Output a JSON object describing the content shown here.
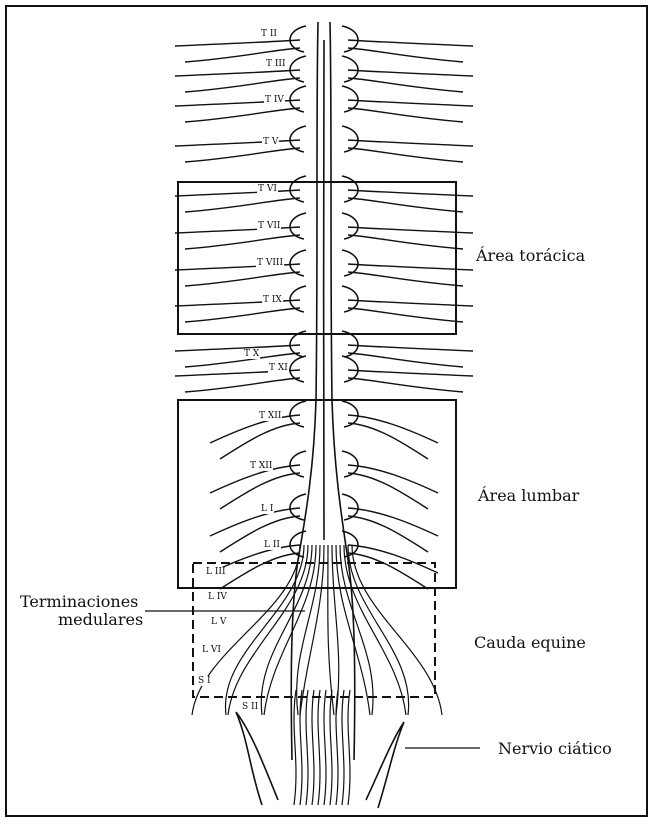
{
  "vertebrae": [
    {
      "key": "t2",
      "label": "T II"
    },
    {
      "key": "t3",
      "label": "T III"
    },
    {
      "key": "t4",
      "label": "T IV"
    },
    {
      "key": "t5",
      "label": "T V"
    },
    {
      "key": "t6",
      "label": "T VI"
    },
    {
      "key": "t7",
      "label": "T VII"
    },
    {
      "key": "t8",
      "label": "T VIII"
    },
    {
      "key": "t9",
      "label": "T IX"
    },
    {
      "key": "t10",
      "label": "T X"
    },
    {
      "key": "t11",
      "label": "T XI"
    },
    {
      "key": "t12a",
      "label": "T XII"
    },
    {
      "key": "t12b",
      "label": "T XII"
    },
    {
      "key": "l1",
      "label": "L I"
    },
    {
      "key": "l2",
      "label": "L II"
    },
    {
      "key": "l3",
      "label": "L III"
    },
    {
      "key": "l4",
      "label": "L IV"
    },
    {
      "key": "l5",
      "label": "L V"
    },
    {
      "key": "l6",
      "label": "L VI"
    },
    {
      "key": "s1",
      "label": "S I"
    },
    {
      "key": "s2",
      "label": "S II"
    }
  ],
  "annotations": {
    "thoracic_area": "Área torácica",
    "lumbar_area": "Área lumbar",
    "cauda_equina": "Cauda equine",
    "spinal_terminations_line1": "Terminaciones",
    "spinal_terminations_line2": "medulares",
    "sciatic_nerve": "Nervio ciático"
  }
}
